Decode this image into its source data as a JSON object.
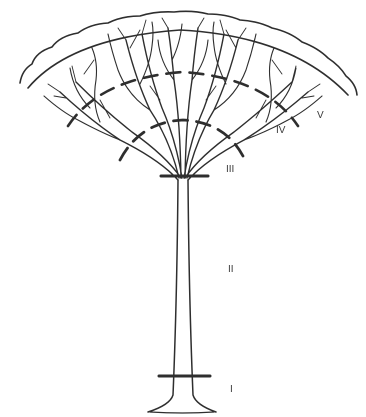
{
  "figure": {
    "zone_labels": {
      "one": "I",
      "two": "II",
      "three": "III",
      "four": "IV",
      "five": "V"
    }
  },
  "colors": {
    "ink": "#2e2e2e",
    "background": "#ffffff"
  }
}
